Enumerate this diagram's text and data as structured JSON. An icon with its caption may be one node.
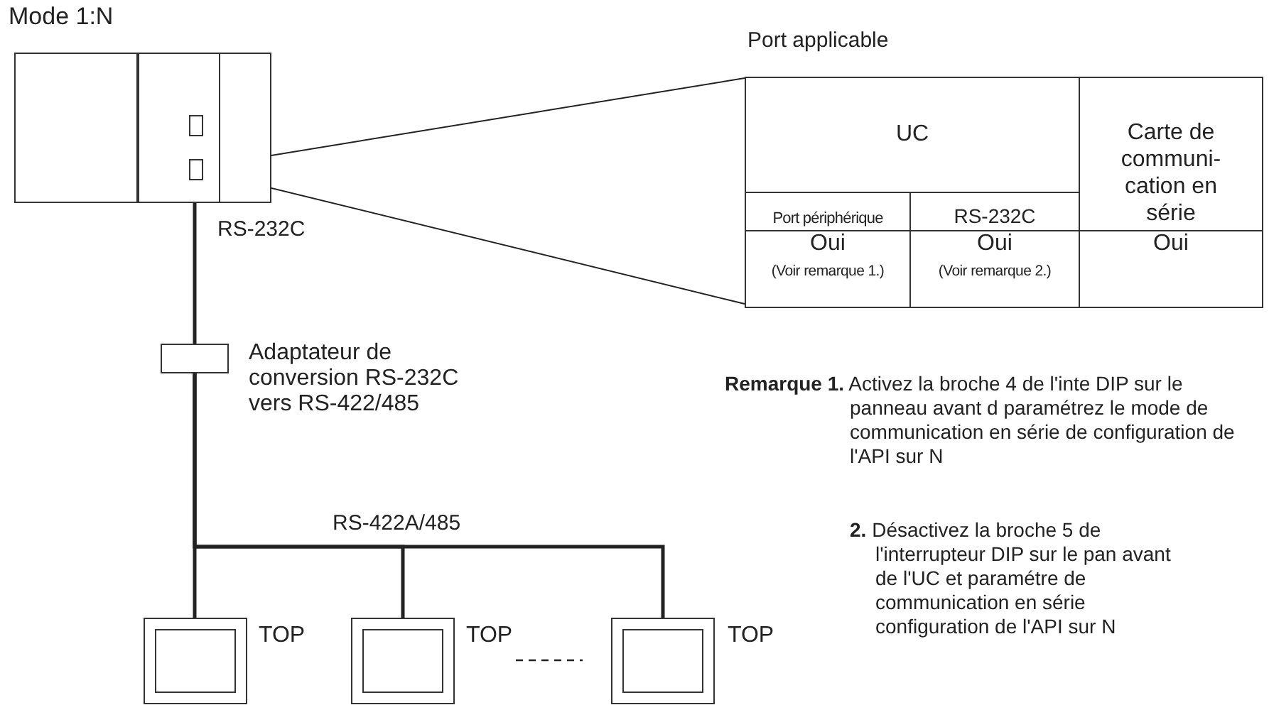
{
  "diagram": {
    "title": "Mode 1:N",
    "nodes": [
      {
        "text": [],
        "shape": "box"
      },
      {
        "text": [],
        "shape": "box",
        "in": 0
      },
      {
        "text": [],
        "shape": "box",
        "in": 0
      },
      {
        "text": [
          "Port applicable"
        ]
      },
      {
        "text": [],
        "shape": "box",
        "beside": [
          "Adaptateur de conversion RS-232C vers RS-422/485"
        ]
      },
      {
        "text": [],
        "shape": "box",
        "beside": [
          "TOP"
        ]
      },
      {
        "text": [],
        "shape": "box",
        "beside": [
          "TOP"
        ]
      },
      {
        "text": [],
        "shape": "box",
        "beside": [
          "TOP"
        ]
      }
    ],
    "edges": [
      {
        "from": 2,
        "to": 3,
        "arrow": "none"
      },
      {
        "from": 2,
        "to": 3,
        "arrow": "none"
      },
      {
        "from": 2,
        "to": 4,
        "arrow": "none",
        "label": "RS-232C"
      },
      {
        "from": 4,
        "to": 5,
        "arrow": "none"
      },
      {
        "from": 4,
        "to": 6,
        "arrow": "none",
        "label": "RS-422A/485"
      },
      {
        "from": 4,
        "to": 7,
        "arrow": "none"
      }
    ],
    "labels": [
      "UC",
      "Carte de communi- cation en série",
      "Port périphérique",
      "RS-232C",
      "Oui",
      "(Voir remarque 1.)",
      "Oui",
      "(Voir remarque 2.)",
      "Oui",
      "**Remarque 1.** Activez la broche 4 de l'inte DIP sur le panneau avant d paramétrez le mode de communication en série de configuration de l'API sur N",
      "**2.** Désactivez la broche 5 de l'interrupteur DIP sur le pan avant de l'UC et paramétre de communication en série configuration de l'API sur N"
    ]
  }
}
